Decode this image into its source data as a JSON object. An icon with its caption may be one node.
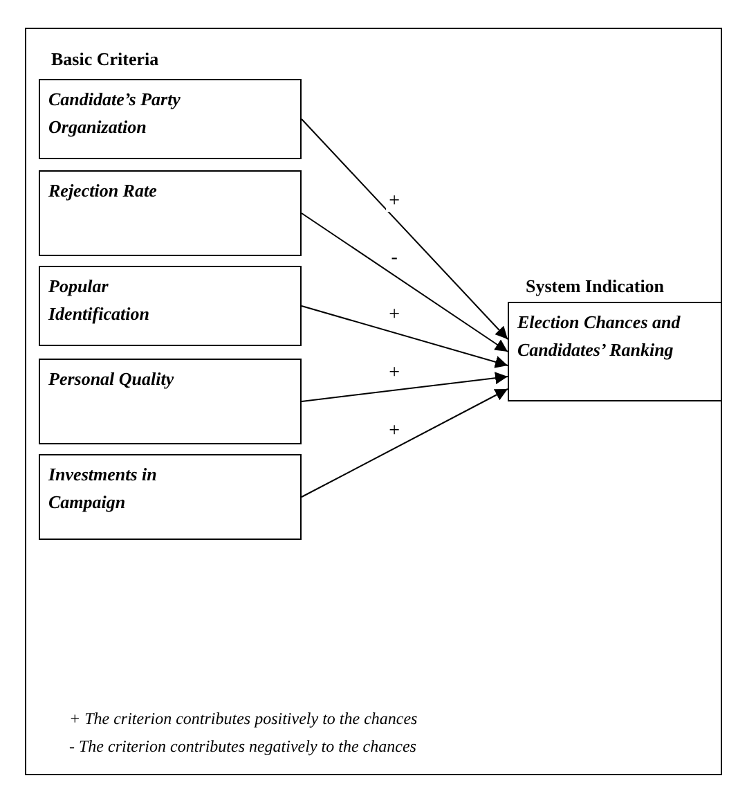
{
  "diagram": {
    "nodes": [
      {
        "text": [
          "Candidate’s Party Organization"
        ]
      },
      {
        "text": [
          "Rejection Rate"
        ]
      },
      {
        "text": [
          "Popular Identification"
        ]
      },
      {
        "text": [
          "Personal Quality"
        ]
      },
      {
        "text": [
          "Investments in Campaign"
        ]
      },
      {
        "text": [
          "System Indication",
          "Election Chances and Candidates’ Ranking"
        ]
      }
    ],
    "edges": [
      {
        "from": 0,
        "to": 5,
        "arrow": "to",
        "label": "+"
      },
      {
        "from": 1,
        "to": 5,
        "arrow": "to",
        "label": "-"
      },
      {
        "from": 2,
        "to": 5,
        "arrow": "to",
        "label": "+"
      },
      {
        "from": 3,
        "to": 5,
        "arrow": "to",
        "label": "+"
      },
      {
        "from": 4,
        "to": 5,
        "arrow": "to",
        "label": "+"
      }
    ],
    "labels": [
      "Basic Criteria",
      "+ The criterion contributes positively to the chances",
      "- The criterion contributes negatively to the chances"
    ]
  }
}
